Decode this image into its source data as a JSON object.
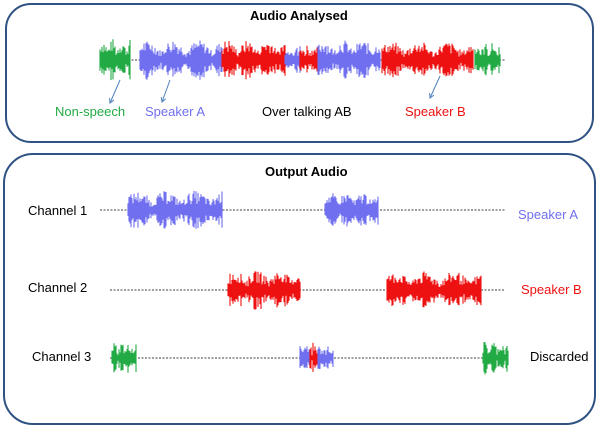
{
  "top_panel": {
    "title": "Audio Analysed",
    "labels": {
      "non_speech": "Non-speech",
      "speaker_a": "Speaker A",
      "over_talking": "Over talking AB",
      "speaker_b": "Speaker B"
    }
  },
  "bottom_panel": {
    "title": "Output Audio",
    "channels": [
      {
        "label": "Channel 1",
        "destination": "Speaker A"
      },
      {
        "label": "Channel 2",
        "destination": "Speaker B"
      },
      {
        "label": "Channel 3",
        "destination": "Discarded"
      }
    ]
  },
  "colors": {
    "non_speech": "#22aa44",
    "speaker_a": "#6f6ff0",
    "speaker_b": "#ee1111",
    "border": "#2f5283",
    "arrow": "#4f81bd"
  }
}
